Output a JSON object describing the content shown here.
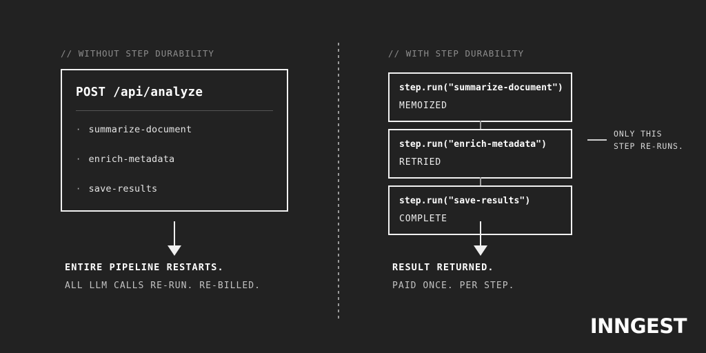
{
  "theme": {
    "background": "#222222",
    "border": "#f2f2f2",
    "text_primary": "#ffffff",
    "text_secondary": "#c2c2c2",
    "text_muted": "#8d8d8d"
  },
  "left": {
    "comment": "// WITHOUT STEP DURABILITY",
    "card": {
      "title": "POST /api/analyze",
      "items": [
        {
          "bullet": "·",
          "label": "summarize-document"
        },
        {
          "bullet": "·",
          "label": "enrich-metadata"
        },
        {
          "bullet": "·",
          "label": "save-results"
        }
      ]
    },
    "caption": {
      "main": "ENTIRE PIPELINE RESTARTS.",
      "sub": "ALL LLM CALLS RE-RUN. RE-BILLED."
    }
  },
  "right": {
    "comment": "// WITH STEP DURABILITY",
    "steps": [
      {
        "call": "step.run(\"summarize-document\")",
        "status": "MEMOIZED"
      },
      {
        "call": "step.run(\"enrich-metadata\")",
        "status": "RETRIED"
      },
      {
        "call": "step.run(\"save-results\")",
        "status": "COMPLETE"
      }
    ],
    "callout": {
      "line1": "ONLY THIS",
      "line2": "STEP RE-RUNS."
    },
    "caption": {
      "main": "RESULT RETURNED.",
      "sub": "PAID ONCE. PER STEP."
    }
  },
  "brand": {
    "wordmark": "INNGEST"
  }
}
